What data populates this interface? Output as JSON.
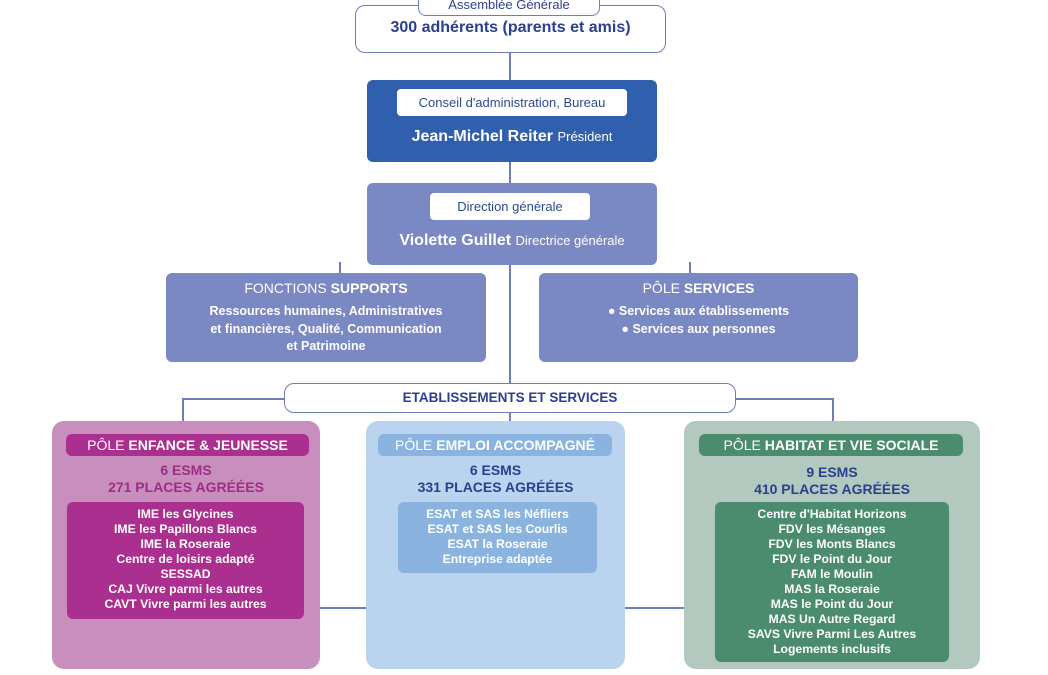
{
  "assemblee": {
    "tab": "Assemblée Générale",
    "members": "300 adhérents (parents et amis)"
  },
  "conseil": {
    "tab": "Conseil d'administration, Bureau",
    "name": "Jean-Michel Reiter",
    "role": "Président"
  },
  "direction": {
    "tab": "Direction générale",
    "name": "Violette Guillet",
    "role": "Directrice générale"
  },
  "fonctions": {
    "title_prefix": "FONCTIONS",
    "title_bold": "SUPPORTS",
    "text_line1": "Ressources humaines, Administratives",
    "text_line2": "et financières, Qualité, Communication",
    "text_line3": "et Patrimoine"
  },
  "services": {
    "title_prefix": "PÔLE",
    "title_bold": "SERVICES",
    "items": [
      "Services aux établissements",
      "Services aux personnes"
    ]
  },
  "etablissements": {
    "label": "ETABLISSEMENTS ET SERVICES"
  },
  "poles": [
    {
      "title_prefix": "PÔLE",
      "title_bold": "ENFANCE & JEUNESSE",
      "esms": "6 ESMS",
      "places": "271 PLACES AGRÉÉES",
      "items": [
        "IME les Glycines",
        "IME les Papillons Blancs",
        "IME la Roseraie",
        "Centre de loisirs adapté",
        "SESSAD",
        "CAJ Vivre parmi les autres",
        "CAVT Vivre parmi les autres"
      ]
    },
    {
      "title_prefix": "PÔLE",
      "title_bold": "EMPLOI ACCOMPAGNÉ",
      "esms": "6 ESMS",
      "places": "331 PLACES AGRÉÉES",
      "items": [
        "ESAT et SAS les Néfliers",
        "ESAT et SAS les Courlis",
        "ESAT la Roseraie",
        "Entreprise adaptée"
      ]
    },
    {
      "title_prefix": "PÔLE",
      "title_bold": "HABITAT ET VIE SOCIALE",
      "esms": "9 ESMS",
      "places": "410 PLACES AGRÉÉES",
      "items": [
        "Centre d'Habitat Horizons",
        "FDV les Mésanges",
        "FDV les Monts Blancs",
        "FDV le Point du Jour",
        "FAM le Moulin",
        "MAS la Roseraie",
        "MAS le Point du Jour",
        "MAS Un Autre Regard",
        "SAVS Vivre Parmi Les Autres",
        "Logements inclusifs"
      ]
    }
  ],
  "colors": {
    "line": "#6f7fb6",
    "conseil": "#2f5fad",
    "direction": "#7a88c3",
    "enfance": "#ab2f8e",
    "emploi": "#8ab4df",
    "habitat": "#4b8b6e"
  }
}
